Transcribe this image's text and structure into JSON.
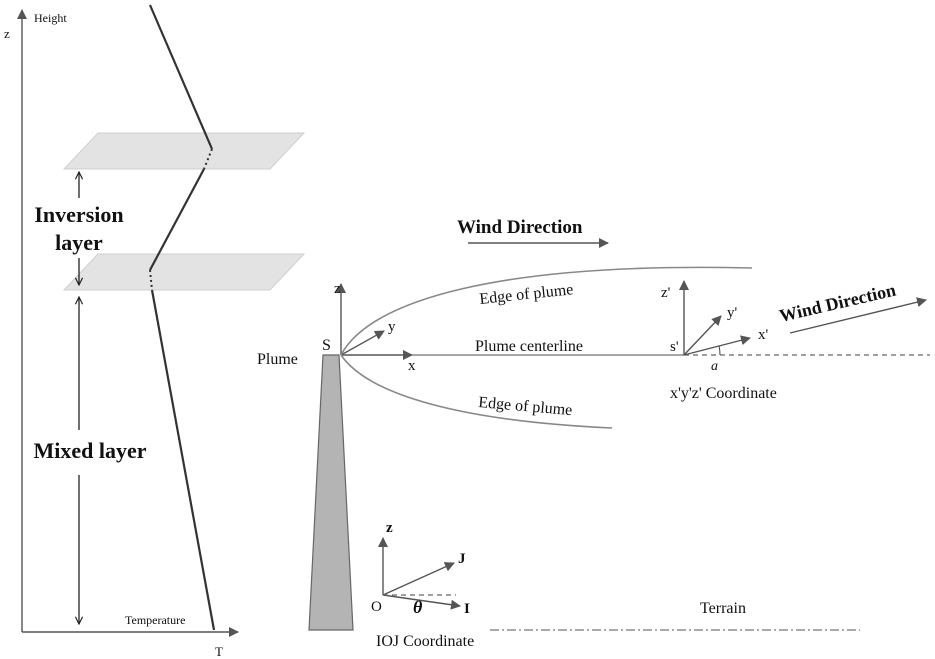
{
  "profile": {
    "height_label": "Height",
    "z_label": "z",
    "temperature_label": "Temperature",
    "t_label": "T"
  },
  "layers": {
    "inversion_line1": "Inversion",
    "inversion_line2": "layer",
    "mixed": "Mixed layer"
  },
  "wind_direction_1": "Wind Direction",
  "wind_direction_2": "Wind Direction",
  "source": {
    "plume_label": "Plume",
    "s_label": "S",
    "x_label": "x",
    "y_label": "y",
    "z_label": "z"
  },
  "plume": {
    "edge_top": "Edge of plume",
    "edge_bottom": "Edge of plume",
    "centerline": "Plume centerline"
  },
  "rotated_frame": {
    "s_label": "s'",
    "x_label": "x'",
    "y_label": "y'",
    "z_label": "z'",
    "angle_label": "a",
    "caption": "x'y'z' Coordinate"
  },
  "ioj_frame": {
    "o_label": "O",
    "i_label": "I",
    "j_label": "J",
    "z_label": "z",
    "theta_label": "θ",
    "caption": "IOJ Coordinate"
  },
  "terrain_label": "Terrain"
}
